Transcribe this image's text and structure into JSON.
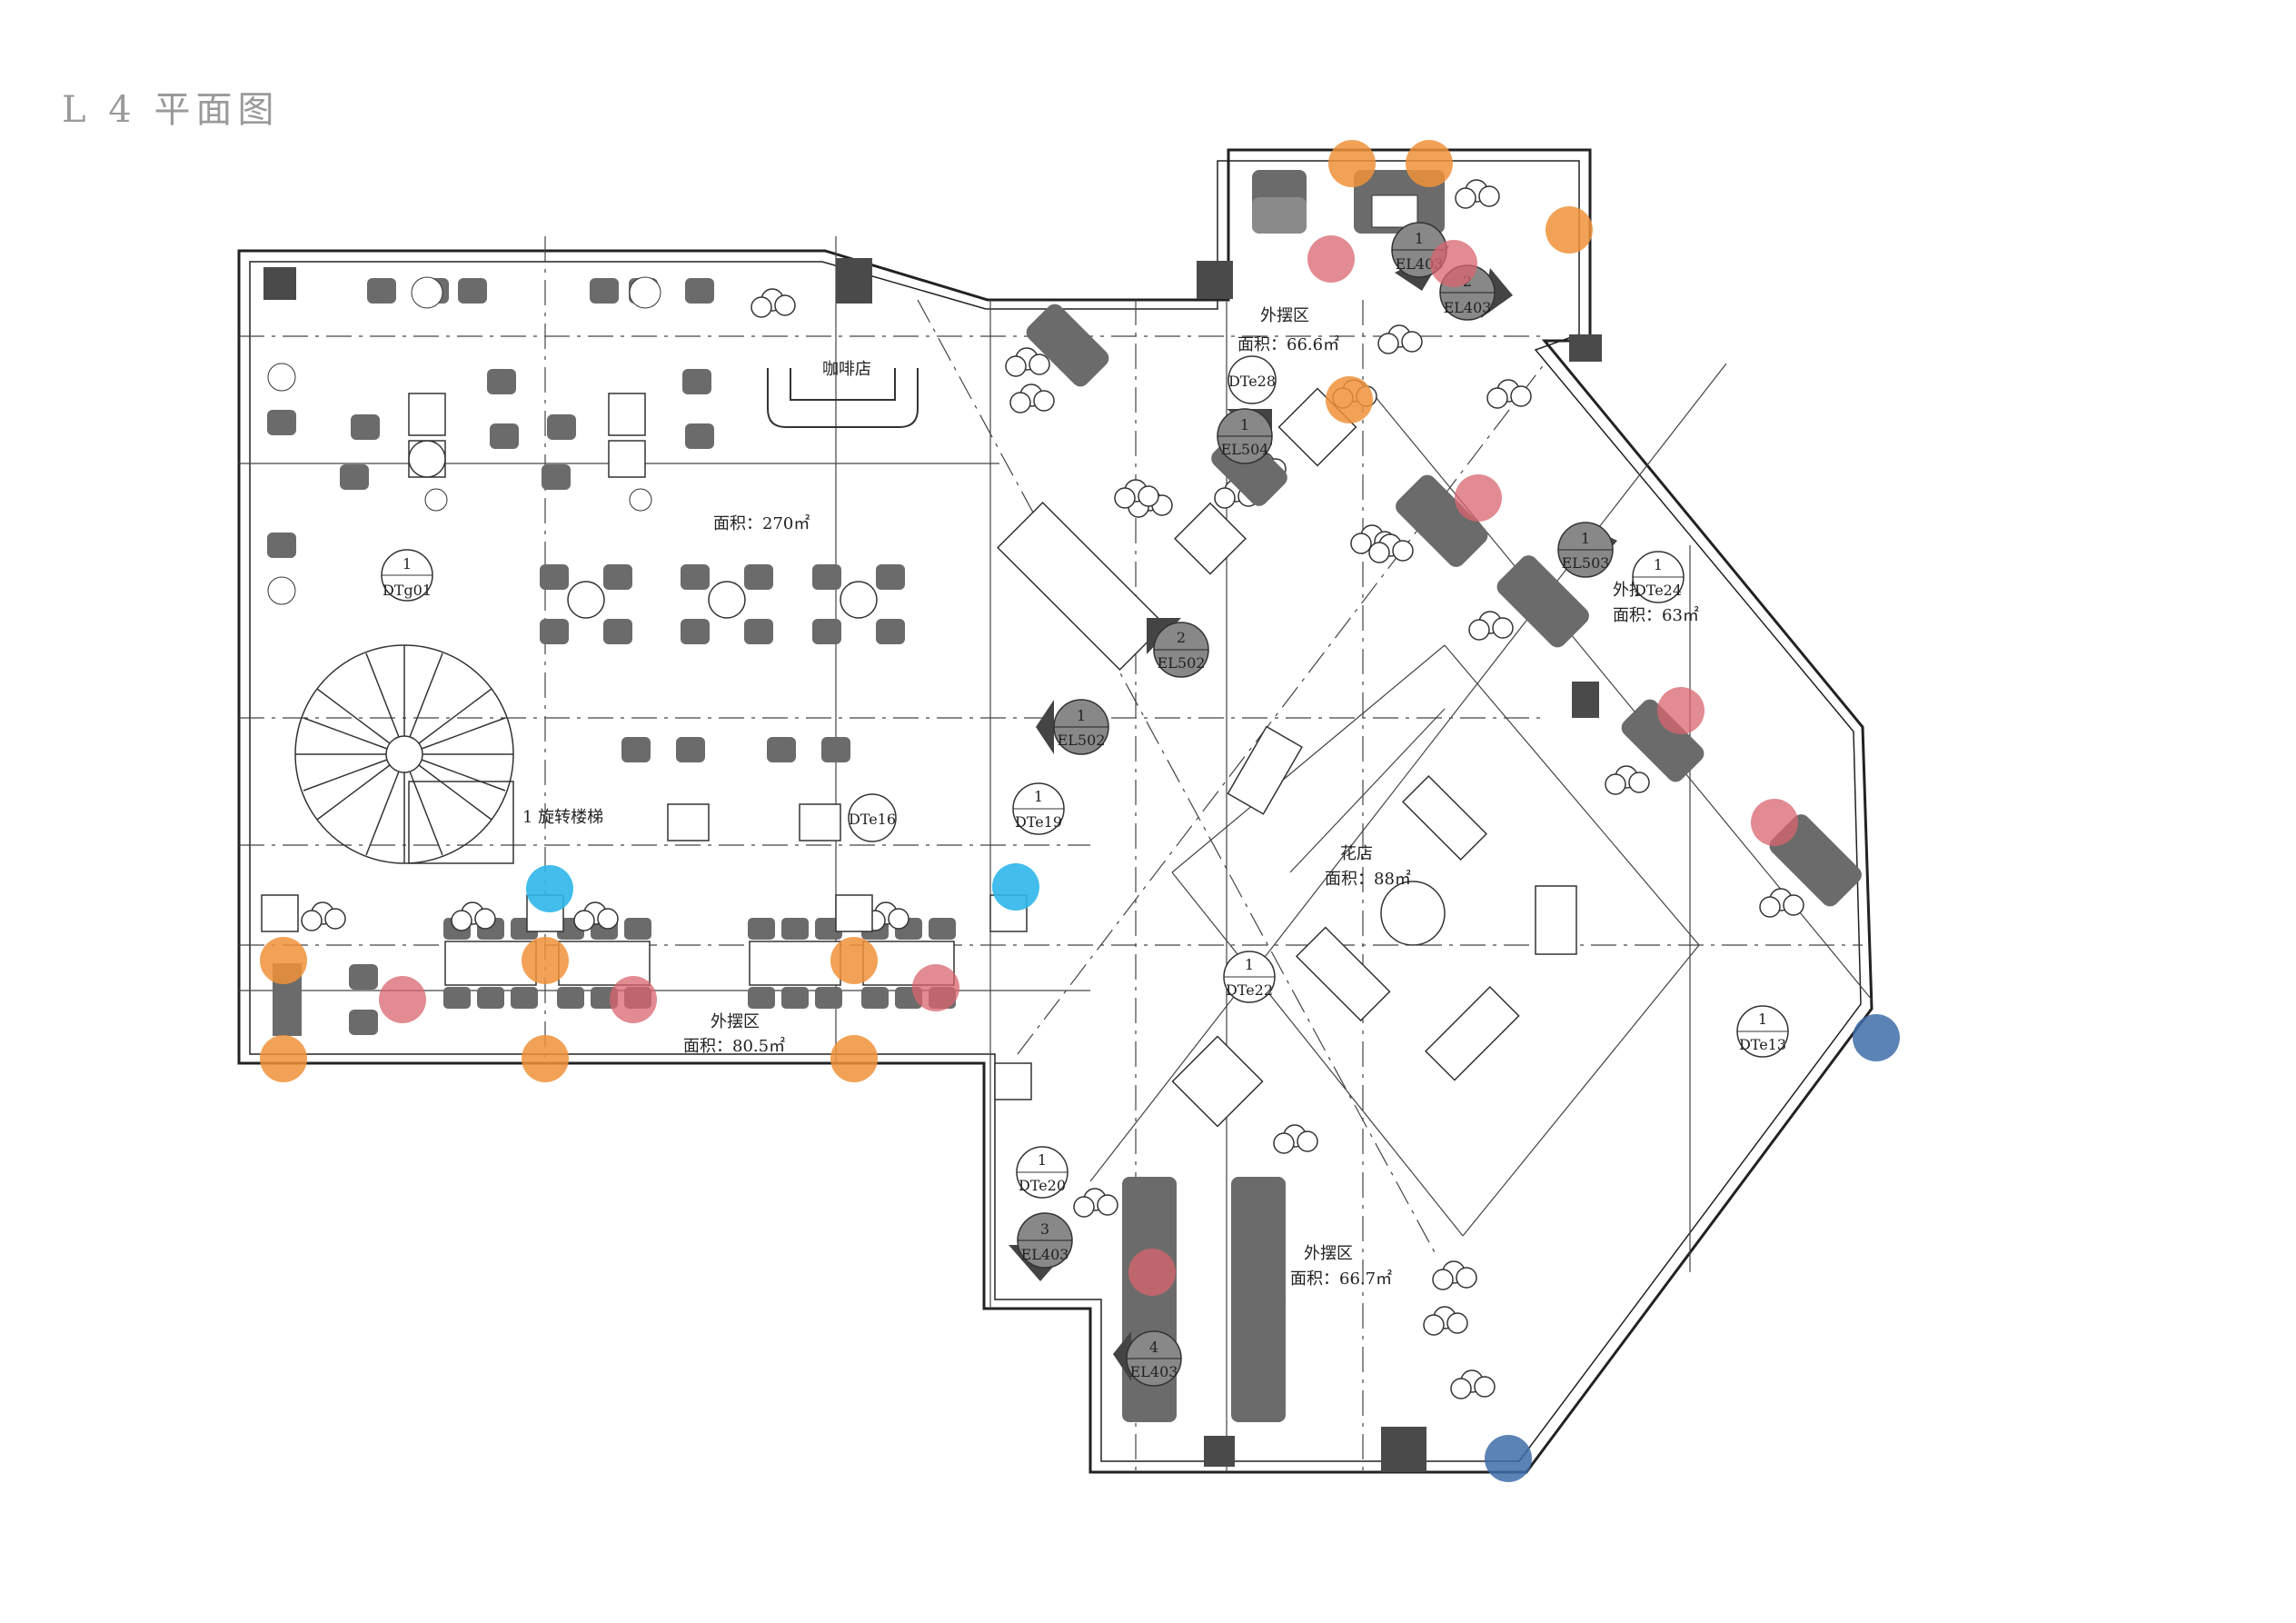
{
  "title": "L 4 平面图",
  "colors": {
    "orange_marker": "#F0923A",
    "red_marker": "#D9646E",
    "cyan_marker": "#2EB6EA",
    "blue_marker": "#3E6DA8",
    "furniture": "#6b6b6b",
    "line": "#333333"
  },
  "zones": {
    "cafe_area": "面积：270㎡",
    "cafe_shop": "咖啡店",
    "spiral_stair": "1 旋转楼梯",
    "terrace_top_name": "外摆区",
    "terrace_top_area": "面积：66.6㎡",
    "terrace_right_name": "外摆区",
    "terrace_right_area": "面积：63㎡",
    "flower_shop_name": "花店",
    "flower_shop_area": "面积：88㎡",
    "terrace_left_name": "外摆区",
    "terrace_left_area": "面积：80.5㎡",
    "terrace_bottom_name": "外摆区",
    "terrace_bottom_area": "面积：66.7㎡"
  },
  "tags": {
    "dtg01": {
      "num": "1",
      "code": "DTg01"
    },
    "dte28": {
      "code": "DTe28"
    },
    "dte16": {
      "code": "DTe16"
    },
    "dte19": {
      "num": "1",
      "code": "DTe19"
    },
    "dte22": {
      "num": "1",
      "code": "DTe22"
    },
    "dte20": {
      "num": "1",
      "code": "DTe20"
    },
    "dte13": {
      "num": "1",
      "code": "DTe13"
    },
    "dte24": {
      "num": "1",
      "code": "DTe24"
    },
    "el403a": {
      "num": "1",
      "code": "EL403"
    },
    "el403b": {
      "num": "2",
      "code": "EL403"
    },
    "el403c": {
      "num": "3",
      "code": "EL403"
    },
    "el403d": {
      "num": "4",
      "code": "EL403"
    },
    "el504": {
      "num": "1",
      "code": "EL504"
    },
    "el503": {
      "num": "1",
      "code": "EL503"
    },
    "el502a": {
      "num": "2",
      "code": "EL502"
    },
    "el502b": {
      "num": "1",
      "code": "EL502"
    }
  }
}
